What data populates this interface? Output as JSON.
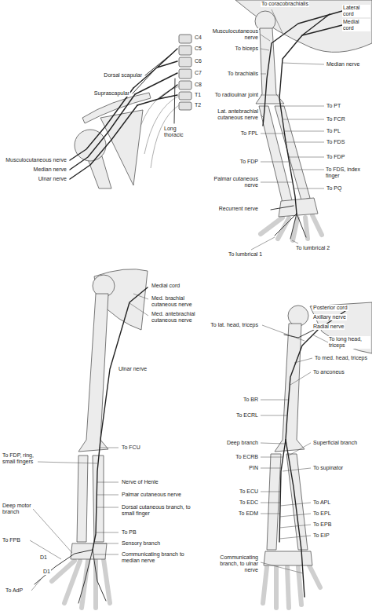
{
  "diagram": {
    "labels": [
      "C4",
      "C5",
      "C6",
      "C7",
      "C8",
      "T1",
      "T2",
      "Dorsal scapular",
      "Suprascapular",
      "Long thoracic",
      "Musculocutaneous nerve",
      "Median nerve",
      "Ulnar nerve",
      "To coracobrachialis",
      "Lateral cord",
      "Medial cord",
      "Musculocutaneous nerve",
      "To biceps",
      "Median nerve",
      "To brachialis",
      "To radioulnar joint",
      "To PT",
      "Lat. antebrachial cutaneous nerve",
      "To FCR",
      "To PL",
      "To FPL",
      "To FDS",
      "To FDP",
      "To FDP",
      "To FDS, index finger",
      "Palmar cutaneous nerve",
      "To PQ",
      "Recurrent nerve",
      "To lumbrical 2",
      "To lumbrical 1",
      "Medial cord",
      "Med. brachial cutaneous nerve",
      "Med. antebrachial cutaneous nerve",
      "Ulnar nerve",
      "To FCU",
      "To FDP, ring, small fingers",
      "Nerve of Henle",
      "Palmar cutaneous nerve",
      "Deep motor branch",
      "Dorsal cutaneous branch, to small finger",
      "To PB",
      "To FPB",
      "Sensory branch",
      "Communicating branch to median nerve",
      "D1",
      "D1",
      "To AdP",
      "Posterior cord",
      "Axillary nerve",
      "Radial nerve",
      "To lat. head, triceps",
      "To long head, triceps",
      "To med. head, triceps",
      "To anconeus",
      "To BR",
      "To ECRL",
      "Deep branch",
      "Superficial branch",
      "To ECRB",
      "PIN",
      "To supinator",
      "To ECU",
      "To EDC",
      "To APL",
      "To EDM",
      "To EPL",
      "To EPB",
      "To EIP",
      "Communicating branch, to ulnar nerve"
    ]
  }
}
